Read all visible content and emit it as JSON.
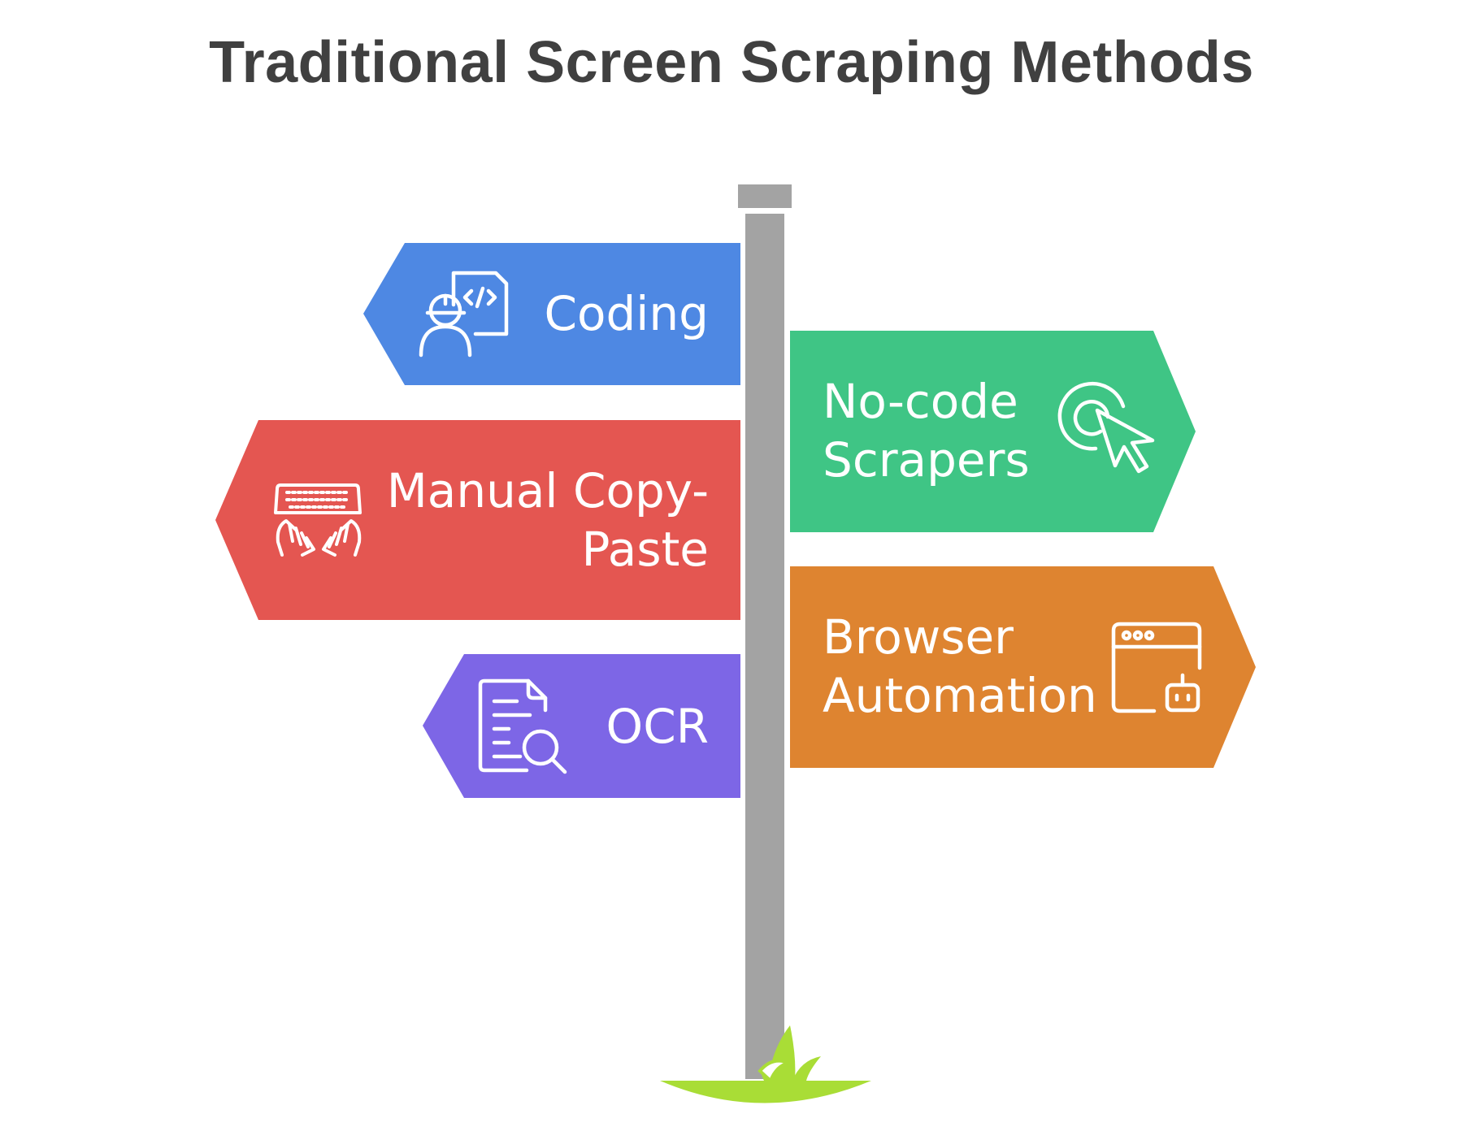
{
  "title": "Traditional Screen Scraping Methods",
  "signs": [
    {
      "id": "coding",
      "lines": [
        "Coding"
      ],
      "color": "#4E88E3",
      "direction": "left",
      "icon": "developer-code-icon"
    },
    {
      "id": "no-code",
      "lines": [
        "No-code",
        "Scrapers"
      ],
      "color": "#3FC585",
      "direction": "right",
      "icon": "cursor-click-icon"
    },
    {
      "id": "manual",
      "lines": [
        "Manual Copy-",
        "Paste"
      ],
      "color": "#E45651",
      "direction": "left",
      "icon": "keyboard-hands-icon"
    },
    {
      "id": "browser",
      "lines": [
        "Browser",
        "Automation"
      ],
      "color": "#DE8430",
      "direction": "right",
      "icon": "browser-robot-icon"
    },
    {
      "id": "ocr",
      "lines": [
        "OCR"
      ],
      "color": "#7D66E6",
      "direction": "left",
      "icon": "document-search-icon"
    }
  ],
  "colors": {
    "pole": "#A3A3A3",
    "grass": "#A9DD36",
    "title": "#404040"
  }
}
